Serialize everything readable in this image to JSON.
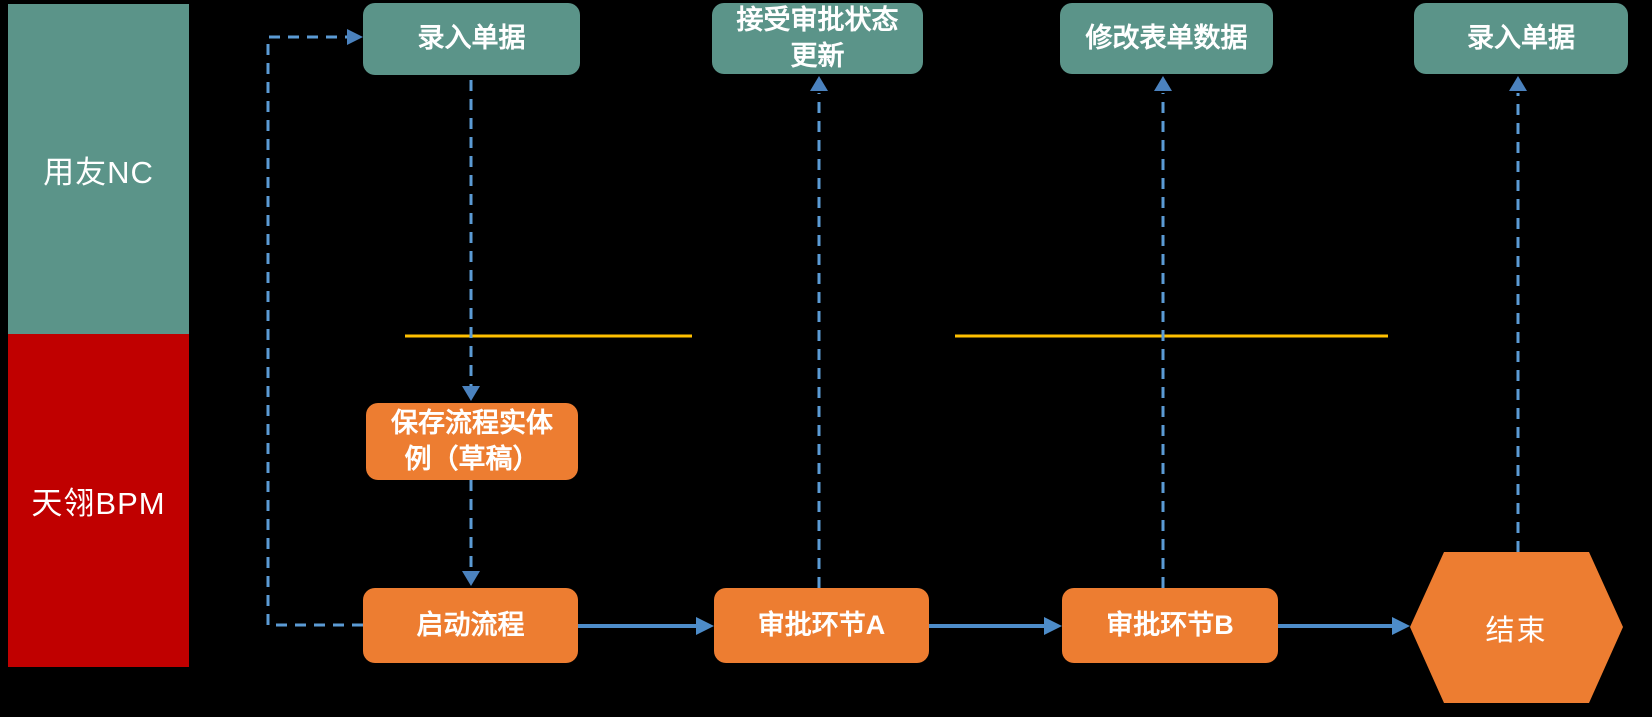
{
  "lanes": [
    {
      "label": "用友NC",
      "color": "#5B9489"
    },
    {
      "label": "天翎BPM",
      "color": "#C00000"
    }
  ],
  "nodes": {
    "enter1": {
      "label": "录入单据"
    },
    "accept": {
      "lines": [
        "接受审批状态",
        "更新"
      ]
    },
    "modify": {
      "label": "修改表单数据"
    },
    "enter2": {
      "label": "录入单据"
    },
    "save_draft": {
      "lines": [
        "保存流程实体",
        "例（草稿）"
      ]
    },
    "start": {
      "label": "启动流程"
    },
    "approveA": {
      "label": "审批环节A"
    },
    "approveB": {
      "label": "审批环节B"
    },
    "end": {
      "label": "结束"
    }
  },
  "colors": {
    "background": "#000000",
    "lane_nc_teal": "#5B9489",
    "lane_bpm_red": "#C00000",
    "node_teal": "#5B9489",
    "node_orange": "#ED7D31",
    "dashed_connector_blue": "#5B9BD5",
    "solid_arrow_blue": "#4D8CC9",
    "lane_divider_yellow": "#FFC000",
    "text_white": "#FFFFFF"
  }
}
